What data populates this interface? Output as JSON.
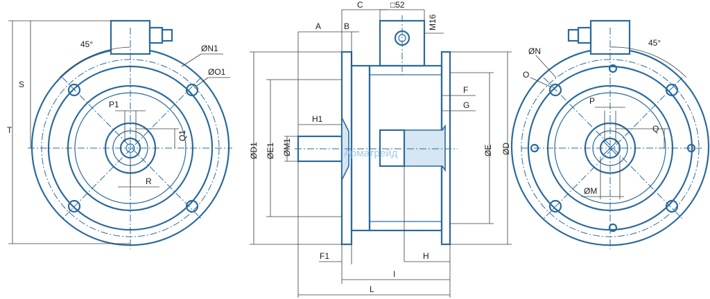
{
  "left_view": {
    "angle": "45°",
    "dia_n1": "ØN1",
    "dia_o1": "ØO1",
    "p1": "P1",
    "q1": "Q1",
    "r": "R",
    "s": "S",
    "t": "T"
  },
  "side_view": {
    "a": "A",
    "b": "B",
    "c": "C",
    "square": "□52",
    "m16": "M16",
    "f": "F",
    "g": "G",
    "h1": "H1",
    "dia_d1": "ØD1",
    "dia_e1": "ØE1",
    "dia_m1": "ØM1",
    "dia_e": "ØE",
    "dia_d": "ØD",
    "f1": "F1",
    "h": "H",
    "i": "I",
    "l": "L"
  },
  "right_view": {
    "dia_n": "ØN",
    "o": "O",
    "angle": "45°",
    "p": "P",
    "q": "Q",
    "dia_m": "ØM"
  },
  "watermark": {
    "text": "Арматрейд"
  },
  "colors": {
    "line": "#2a6a9c",
    "dim": "#3a3a3a",
    "fill": "#d7e6f3"
  }
}
